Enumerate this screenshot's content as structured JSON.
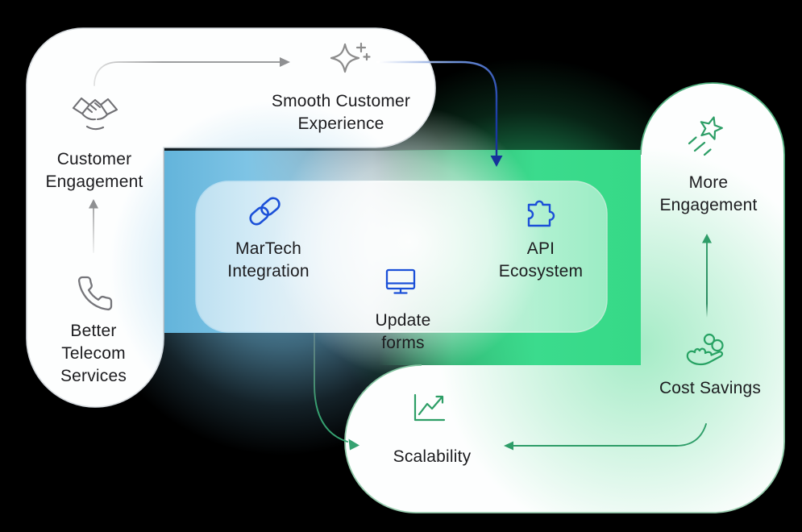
{
  "diagram": {
    "title": "MarTech ecosystem flow diagram",
    "nodes": {
      "customer_engagement": {
        "label": "Customer Engagement",
        "icon": "handshake-icon"
      },
      "smooth_customer_experience": {
        "label": "Smooth Customer Experience",
        "icon": "sparkle-icon"
      },
      "better_telecom_services": {
        "label": "Better Telecom Services",
        "icon": "phone-icon"
      },
      "martech_integration": {
        "label": "MarTech Integration",
        "icon": "link-icon"
      },
      "api_ecosystem": {
        "label": "API Ecosystem",
        "icon": "puzzle-icon"
      },
      "update_forms": {
        "label": "Update forms",
        "icon": "monitor-icon"
      },
      "more_engagement": {
        "label": "More Engagement",
        "icon": "shooting-star-icon"
      },
      "cost_savings": {
        "label": "Cost Savings",
        "icon": "hand-coins-icon"
      },
      "scalability": {
        "label": "Scalability",
        "icon": "line-chart-icon"
      }
    },
    "arrows": [
      {
        "name": "customer-engagement-to-smooth-experience",
        "color": "#8f9092"
      },
      {
        "name": "better-telecom-to-customer-engagement",
        "color": "#8f9092"
      },
      {
        "name": "smooth-experience-to-integration-box",
        "color": "#1c3da6"
      },
      {
        "name": "integration-box-to-scalability",
        "color": "#36a271"
      },
      {
        "name": "cost-savings-to-scalability",
        "color": "#2e9d68"
      },
      {
        "name": "cost-savings-to-more-engagement",
        "color": "#2e9d68"
      }
    ],
    "colors": {
      "background": "#000000",
      "box_blue": "#63b4db",
      "box_green": "#3bdb8d",
      "icon_blue": "#1b50d8",
      "icon_green": "#2d9e66",
      "icon_gray": "#75757a",
      "text": "#1c1c1f",
      "blob_fill": "#fdfefe",
      "right_blob_border": "#4fb07e"
    }
  }
}
